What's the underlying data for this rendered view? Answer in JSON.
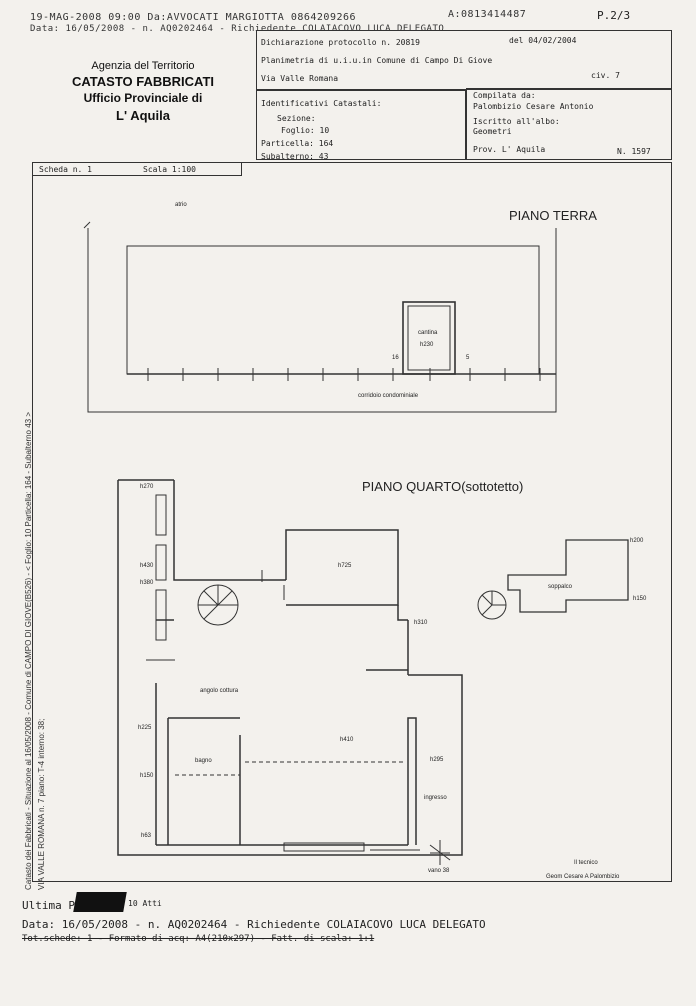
{
  "fax_header": {
    "line1": "19-MAG-2008 09:00 Da:AVVOCATI MARGIOTTA   0864209266",
    "line1_right": "A:0813414487",
    "page": "P.2/3",
    "line2": "Data: 16/05/2008 - n. AQ0202464 - Richiedente COLAIACOVO LUCA DELEGATO"
  },
  "agency": {
    "line1": "Agenzia del Territorio",
    "line2": "CATASTO FABBRICATI",
    "line3": "Ufficio Provinciale di",
    "line4": "L' Aquila"
  },
  "declaration": {
    "protocol": "Dichiarazione protocollo n. 20819",
    "date": "del 04/02/2004",
    "plan": "Planimetria di u.i.u.in Comune di Campo Di Giove",
    "address": "Via Valle Romana",
    "civ": "civ. 7"
  },
  "identifiers": {
    "title": "Identificativi Catastali:",
    "sezione": "Sezione:",
    "foglio": "Foglio: 10",
    "particella": "Particella: 164",
    "subalterno": "Subalterno: 43"
  },
  "compiler": {
    "title": "Compilata da:",
    "name": "Palombizio Cesare Antonio",
    "albo": "Iscritto all'albo:",
    "albo_value": "Geometri",
    "prov": "Prov. L' Aquila",
    "number": "N. 1597"
  },
  "scheda": {
    "number": "Scheda n. 1",
    "scale": "Scala 1:100"
  },
  "floor_plan_ground": {
    "title": "PIANO TERRA",
    "atrio": "atrio",
    "cantina": "cantina",
    "cantina_h": "h230",
    "corridoio": "corridoio condominiale",
    "dim_left": "16",
    "dim_right": "5"
  },
  "floor_plan_fourth": {
    "title": "PIANO QUARTO(sottotetto)",
    "h270": "h270",
    "h430": "h430",
    "h380": "h380",
    "h725": "h725",
    "h310": "h310",
    "h225": "h225",
    "h150": "h150",
    "h63": "h63",
    "h410": "h410",
    "h295": "h295",
    "angolo_cottura": "angolo cottura",
    "bagno": "bagno",
    "ingresso": "ingresso",
    "h200": "h200",
    "h150b": "h150",
    "soppalco": "soppalco",
    "vano": "vano 38"
  },
  "signature": {
    "role": "Il tecnico",
    "name": "Geom Cesare A Palombizio"
  },
  "side_text": {
    "line1": "Catasto dei Fabbricati - Situazione al 16/05/2008 - Comune di CAMPO DI GIOVE(B526) - < Foglio: 10 Particella: 164 - Subalterno 43 >",
    "line2": "VIA VALLE ROMANA n. 7 piano: T-4 interno: 38;"
  },
  "footer": {
    "ultima": "Ultima P",
    "ultima_tail": "10 Atti",
    "data_line": "Data: 16/05/2008 - n. AQ0202464 - Richiedente COLAIACOVO LUCA DELEGATO",
    "struck_line": "Tot.schede: 1 - Formato di acq: A4(210x297) - Fatt. di scala: 1:1"
  }
}
